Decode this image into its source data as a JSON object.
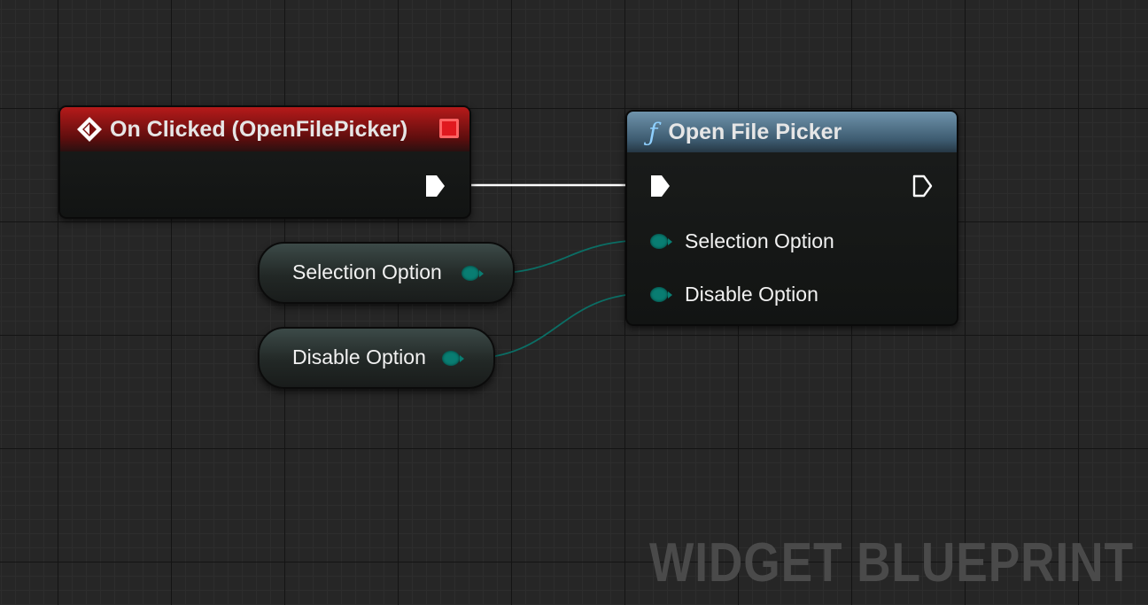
{
  "event_node": {
    "title": "On Clicked (OpenFilePicker)",
    "header_color": "#a81818",
    "icon": "event-diamond-icon"
  },
  "function_node": {
    "title": "Open File Picker",
    "header_color": "#5b7d95",
    "icon_glyph": "ƒ",
    "inputs": [
      "Selection Option",
      "Disable Option"
    ]
  },
  "variables": [
    {
      "label": "Selection Option"
    },
    {
      "label": "Disable Option"
    }
  ],
  "colors": {
    "data_pin": "#097d72",
    "exec_wire": "#ffffff",
    "data_wire": "#0b6e65"
  },
  "watermark": "WIDGET BLUEPRINT"
}
